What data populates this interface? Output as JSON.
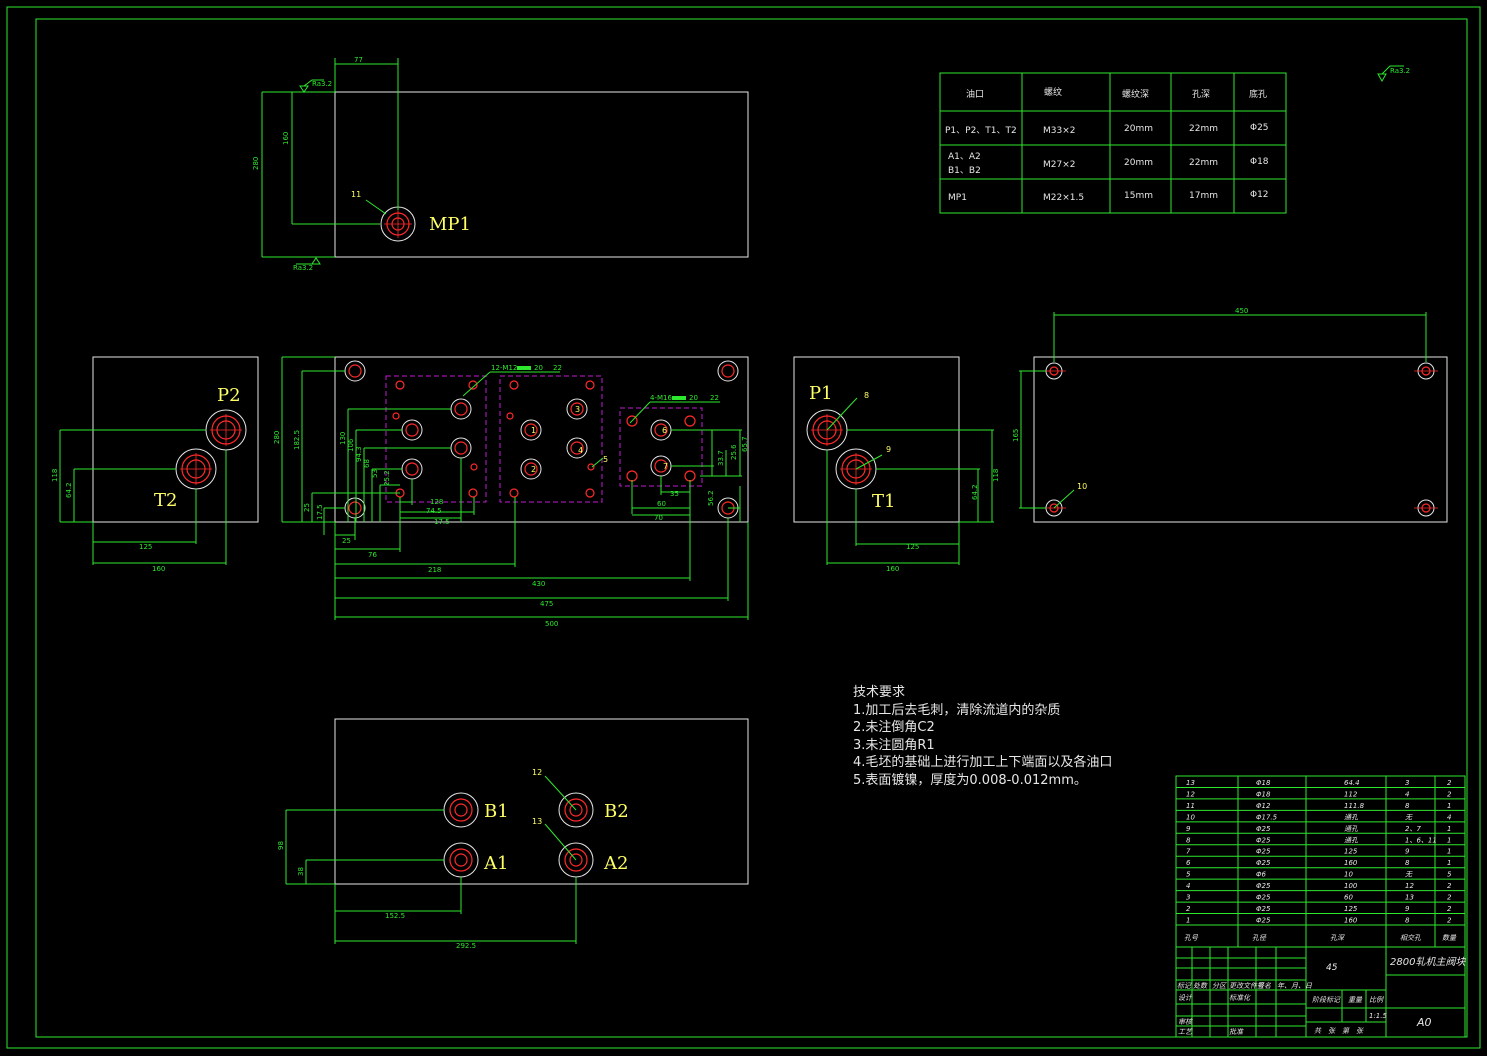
{
  "views": {
    "top": {
      "port_label": "MP1",
      "callout": "11",
      "dims": [
        "77",
        "280",
        "160"
      ],
      "roughness": [
        "Ra3.2",
        "Ra3.2"
      ]
    },
    "left": {
      "port_labels": [
        "P2",
        "T2"
      ],
      "dims": [
        "118",
        "64.2",
        "125",
        "160"
      ]
    },
    "front": {
      "dims": [
        "280",
        "182.5",
        "130",
        "106",
        "94.3",
        "68",
        "53",
        "25.2",
        "25",
        "17.5",
        "25",
        "76",
        "128",
        "74.5",
        "17.5",
        "218",
        "430",
        "475",
        "500",
        "60",
        "35",
        "70",
        "33.7",
        "25.6",
        "65.7",
        "56.2"
      ],
      "thread_notes": [
        "12-M12",
        "20",
        "22",
        "4-M16",
        "20",
        "22"
      ],
      "hole_numbers": [
        "1",
        "2",
        "3",
        "4",
        "5",
        "6",
        "7"
      ]
    },
    "right": {
      "port_labels": [
        "P1",
        "T1"
      ],
      "callouts": [
        "8",
        "9"
      ],
      "dims": [
        "118",
        "64.2",
        "125",
        "160"
      ]
    },
    "back": {
      "callout": "10",
      "dims": [
        "450",
        "165"
      ]
    },
    "bottom": {
      "port_labels": [
        "B1",
        "B2",
        "A1",
        "A2"
      ],
      "callouts": [
        "12",
        "13"
      ],
      "dims": [
        "98",
        "38",
        "152.5",
        "292.5"
      ]
    }
  },
  "roughness_mark": "Ra3.2",
  "port_table": {
    "headers": [
      "油口",
      "螺纹",
      "螺纹深",
      "孔深",
      "底孔"
    ],
    "rows": [
      [
        "P1、P2、T1、T2",
        "M33×2",
        "20mm",
        "22mm",
        "Φ25"
      ],
      [
        "A1、A2\nB1、B2",
        "M27×2",
        "20mm",
        "22mm",
        "Φ18"
      ],
      [
        "MP1",
        "M22×1.5",
        "15mm",
        "17mm",
        "Φ12"
      ]
    ]
  },
  "notes": {
    "title": "技术要求",
    "items": [
      "1.加工后去毛刺，清除流道内的杂质",
      "2.未注倒角C2",
      "3.未注圆角R1",
      "4.毛坯的基础上进行加工上下端面以及各油口",
      "5.表面镀镍，厚度为0.008-0.012mm。"
    ]
  },
  "bom": {
    "rows": [
      [
        "13",
        "Φ18",
        "64.4",
        "3",
        "2"
      ],
      [
        "12",
        "Φ18",
        "112",
        "4",
        "2"
      ],
      [
        "11",
        "Φ12",
        "111.8",
        "8",
        "1"
      ],
      [
        "10",
        "Φ17.5",
        "通孔",
        "无",
        "4"
      ],
      [
        "9",
        "Φ25",
        "通孔",
        "2、7",
        "1"
      ],
      [
        "8",
        "Φ25",
        "通孔",
        "1、6、11",
        "1"
      ],
      [
        "7",
        "Φ25",
        "125",
        "9",
        "1"
      ],
      [
        "6",
        "Φ25",
        "160",
        "8",
        "1"
      ],
      [
        "5",
        "Φ6",
        "10",
        "无",
        "5"
      ],
      [
        "4",
        "Φ25",
        "100",
        "12",
        "2"
      ],
      [
        "3",
        "Φ25",
        "60",
        "13",
        "2"
      ],
      [
        "2",
        "Φ25",
        "125",
        "9",
        "2"
      ],
      [
        "1",
        "Φ25",
        "160",
        "8",
        "2"
      ]
    ],
    "headers": [
      "孔号",
      "孔径",
      "孔深",
      "相交孔",
      "数量"
    ]
  },
  "title_block": {
    "material": "45",
    "name": "2800轧机主阀块",
    "scale": "1:1.5",
    "size": "A0",
    "labels": [
      "标记",
      "处数",
      "分区",
      "更改文件号",
      "签名",
      "年、月、日",
      "设计",
      "标准化",
      "阶段标记",
      "重量",
      "比例",
      "审核",
      "工艺",
      "批准",
      "共",
      "张",
      "第",
      "张"
    ]
  },
  "colors": {
    "background": "#000000",
    "lines": "#2ee82e",
    "outline": "#e6e6e6",
    "holes": "#ff2a2a",
    "hidden": "#c21bd6",
    "labels": "#ffff66"
  }
}
